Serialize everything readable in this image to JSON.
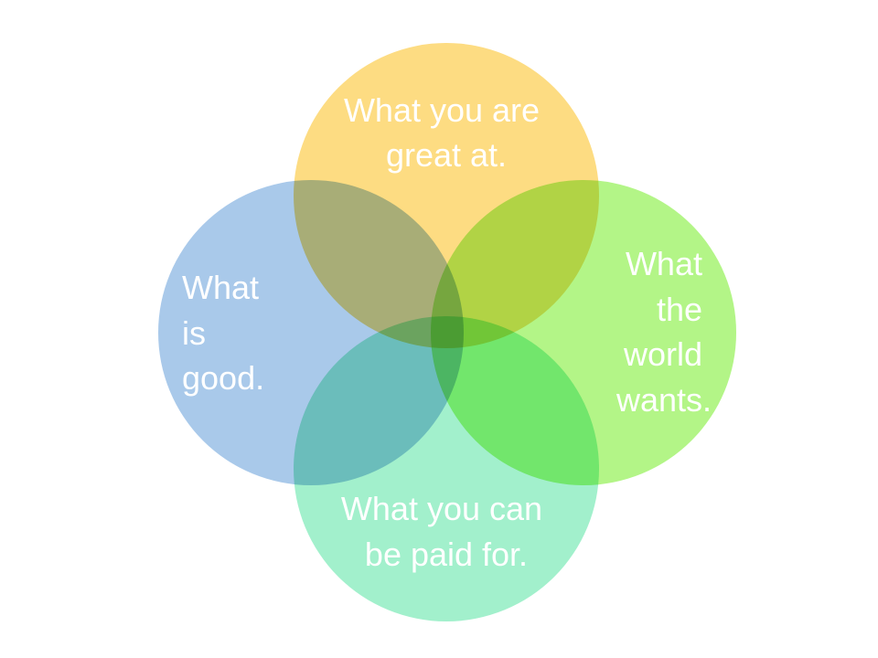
{
  "diagram": {
    "type": "venn-4",
    "circles": [
      {
        "id": "top",
        "color": "#FDDC82",
        "label_lines": [
          "What you are",
          "great at."
        ]
      },
      {
        "id": "left",
        "color": "#A9C9EA",
        "label_lines": [
          "What",
          "is",
          "good."
        ]
      },
      {
        "id": "right",
        "color": "#B3F587",
        "label_lines": [
          "What",
          "the",
          "world",
          "wants."
        ]
      },
      {
        "id": "bottom",
        "color": "#A2F0CC",
        "label_lines": [
          "What you can",
          "be paid for."
        ]
      }
    ]
  }
}
